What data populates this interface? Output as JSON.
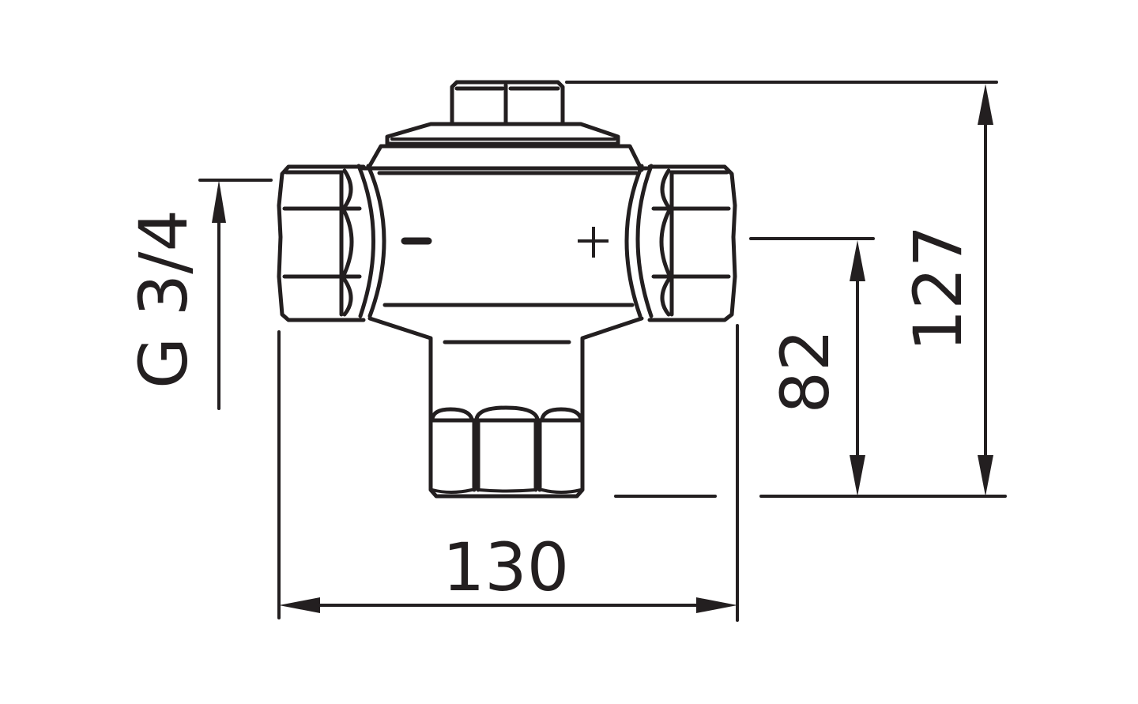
{
  "drawing": {
    "subject": "three-way mixing valve",
    "symbols": {
      "cold_side": "−",
      "hot_side": "+"
    },
    "dimensions": {
      "thread": "G 3/4",
      "width": "130",
      "height_total": "127",
      "height_axis": "82"
    },
    "line_color": "#231f20",
    "background": "#ffffff"
  }
}
